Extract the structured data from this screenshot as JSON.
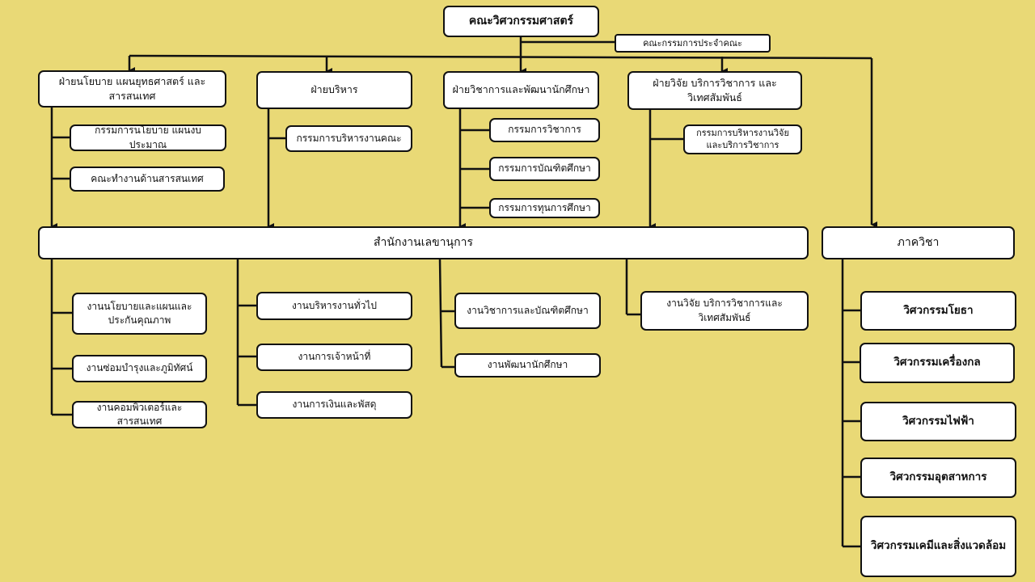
{
  "faculty": "คณะวิศวกรรมศาสตร์",
  "board": "คณะกรรมการประจำคณะ",
  "divisions": [
    "ฝ่ายนโยบาย แผนยุทธศาสตร์ และสารสนเทศ",
    "ฝ่ายบริหาร",
    "ฝ่ายวิชาการและพัฒนานักศึกษา",
    "ฝ่ายวิจัย บริการวิชาการ และวิเทศสัมพันธ์"
  ],
  "committees": [
    "กรรมการนโยบาย แผนงบประมาณ",
    "คณะทำงานด้านสารสนเทศ",
    "กรรมการบริหารงานคณะ",
    "กรรมการวิชาการ",
    "กรรมการบัณฑิตศึกษา",
    "กรรมการทุนการศึกษา",
    "กรรมการบริหารงานวิจัยและบริการวิชาการ"
  ],
  "secretariat": "สำนักงานเลขานุการ",
  "sections": [
    "งานนโยบายและแผนและประกันคุณภาพ",
    "งานซ่อมบำรุงและภูมิทัศน์",
    "งานคอมพิวเตอร์และสารสนเทศ",
    "งานบริหารงานทั่วไป",
    "งานการเจ้าหน้าที่",
    "งานการเงินและพัสดุ",
    "งานวิชาการและบัณฑิตศึกษา",
    "งานพัฒนานักศึกษา",
    "งานวิจัย บริการวิชาการและวิเทศสัมพันธ์"
  ],
  "departments_label": "ภาควิชา",
  "departments": [
    "วิศวกรรมโยธา",
    "วิศวกรรมเครื่องกล",
    "วิศวกรรมไฟฟ้า",
    "วิศวกรรมอุตสาหการ",
    "วิศวกรรมเคมีและสิ่งแวดล้อม"
  ]
}
